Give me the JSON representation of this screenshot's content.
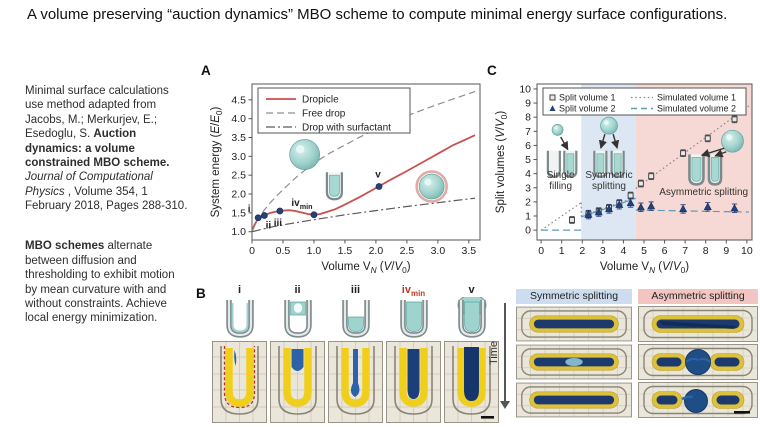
{
  "title": "A volume preserving “auction dynamics” MBO scheme to compute minimal energy surface configurations.",
  "sidebar": {
    "reference": [
      {
        "text": "Minimal surface calculations use method adapted from Jacobs, M.; Merkurjev, E.; Esedoglu, S. "
      },
      {
        "text": "Auction dynamics: a volume constrained MBO scheme. "
      },
      {
        "text": "Journal of Computational Physics"
      },
      {
        "text": " , Volume 354, 1 February 2018, Pages 288-310."
      }
    ],
    "note": [
      {
        "text": "MBO schemes"
      },
      {
        "text": " alternate between diffusion and thresholding to exhibit motion by mean curvature with and without constraints.  Achieve local energy minimization."
      }
    ]
  },
  "panels": {
    "A": "A",
    "B": "B",
    "C": "C"
  },
  "panelB": {
    "items": [
      {
        "label_runs": [
          {
            "t": "i"
          }
        ],
        "color": "#222222",
        "cup": "film",
        "photo": "streak",
        "red_dashed": true,
        "scalebar": false
      },
      {
        "label_runs": [
          {
            "t": "ii"
          }
        ],
        "color": "#222222",
        "cup": "ring",
        "photo": "top",
        "red_dashed": false,
        "scalebar": false
      },
      {
        "label_runs": [
          {
            "t": "iii"
          }
        ],
        "color": "#222222",
        "cup": "pool",
        "photo": "hook",
        "red_dashed": false,
        "scalebar": false
      },
      {
        "label_runs": [
          {
            "t": "iv"
          },
          {
            "t": "min",
            "sub": 1
          }
        ],
        "color": "#c0392b",
        "cup": "column",
        "photo": "column",
        "red_dashed": false,
        "scalebar": false
      },
      {
        "label_runs": [
          {
            "t": "v"
          }
        ],
        "color": "#222222",
        "cup": "overflow",
        "photo": "column_wide",
        "red_dashed": false,
        "scalebar": true
      }
    ]
  },
  "bottomRight": {
    "time_label": "Time",
    "columns": [
      {
        "title": "Symmetric splitting",
        "title_bg": "#cddcee",
        "rows": [
          "lens",
          "pinch",
          "lens"
        ],
        "scalebar_last": false
      },
      {
        "title": "Asymmetric splitting",
        "title_bg": "#f2c5c2",
        "rows": [
          "tilt",
          "blob",
          "blob_split"
        ],
        "scalebar_last": true
      }
    ]
  },
  "chart_data": [
    {
      "id": "A",
      "type": "line",
      "title": "",
      "xlabel": "Volume VN (V/V0)",
      "ylabel": "System energy (E/E0)",
      "xlabel_runs": [
        {
          "t": "Volume V"
        },
        {
          "t": "N",
          "sub": 1,
          "i": 1
        },
        {
          "t": " ("
        },
        {
          "t": "V",
          "i": 1
        },
        {
          "t": "/"
        },
        {
          "t": "V",
          "i": 1
        },
        {
          "t": "0",
          "sub": 1
        },
        {
          "t": ")"
        }
      ],
      "ylabel_runs": [
        {
          "t": "System energy ("
        },
        {
          "t": "E",
          "i": 1
        },
        {
          "t": "/"
        },
        {
          "t": "E",
          "i": 1
        },
        {
          "t": "0",
          "sub": 1
        },
        {
          "t": ")"
        }
      ],
      "xlim": [
        0,
        3.68
      ],
      "ylim": [
        0.78,
        4.92
      ],
      "xticks": [
        0,
        0.5,
        1.0,
        1.5,
        2.0,
        2.5,
        3.0,
        3.5
      ],
      "yticks": [
        1.0,
        1.5,
        2.0,
        2.5,
        3.0,
        3.5,
        4.0,
        4.5
      ],
      "grid": false,
      "legend_position": "upper-left",
      "series": [
        {
          "name": "Dropicle",
          "style": "solid",
          "color": "#c8504e",
          "points": [
            [
              0,
              1.02
            ],
            [
              0.04,
              1.18
            ],
            [
              0.08,
              1.3
            ],
            [
              0.12,
              1.38
            ],
            [
              0.2,
              1.44
            ],
            [
              0.3,
              1.5
            ],
            [
              0.4,
              1.54
            ],
            [
              0.5,
              1.56
            ],
            [
              0.6,
              1.57
            ],
            [
              0.7,
              1.55
            ],
            [
              0.8,
              1.51
            ],
            [
              0.9,
              1.47
            ],
            [
              1.0,
              1.45
            ],
            [
              1.1,
              1.47
            ],
            [
              1.2,
              1.52
            ],
            [
              1.35,
              1.6
            ],
            [
              1.5,
              1.72
            ],
            [
              1.75,
              1.93
            ],
            [
              2.0,
              2.16
            ],
            [
              2.25,
              2.39
            ],
            [
              2.5,
              2.61
            ],
            [
              2.75,
              2.84
            ],
            [
              3.0,
              3.07
            ],
            [
              3.25,
              3.3
            ],
            [
              3.45,
              3.45
            ],
            [
              3.6,
              3.56
            ]
          ]
        },
        {
          "name": "Free drop",
          "style": "dashed",
          "color": "#8f8f8f",
          "points": [
            [
              0,
              1.0
            ],
            [
              0.1,
              1.35
            ],
            [
              0.2,
              1.58
            ],
            [
              0.3,
              1.78
            ],
            [
              0.5,
              2.12
            ],
            [
              0.75,
              2.5
            ],
            [
              1.0,
              2.82
            ],
            [
              1.25,
              3.08
            ],
            [
              1.5,
              3.3
            ],
            [
              1.75,
              3.52
            ],
            [
              2.0,
              3.72
            ],
            [
              2.25,
              3.9
            ],
            [
              2.5,
              4.08
            ],
            [
              2.75,
              4.23
            ],
            [
              3.0,
              4.38
            ],
            [
              3.3,
              4.55
            ],
            [
              3.6,
              4.72
            ]
          ]
        },
        {
          "name": "Drop with surfactant",
          "style": "dashdot",
          "color": "#5a5a5a",
          "points": [
            [
              0,
              1.0
            ],
            [
              0.3,
              1.12
            ],
            [
              0.6,
              1.21
            ],
            [
              1.0,
              1.32
            ],
            [
              1.5,
              1.45
            ],
            [
              2.0,
              1.56
            ],
            [
              2.5,
              1.67
            ],
            [
              3.0,
              1.77
            ],
            [
              3.3,
              1.83
            ],
            [
              3.6,
              1.89
            ]
          ]
        }
      ],
      "markers": [
        {
          "runs": [
            {
              "t": "i"
            }
          ],
          "x": 0.1,
          "y": 1.37,
          "dx": -9,
          "dy": -6
        },
        {
          "runs": [
            {
              "t": "ii"
            }
          ],
          "x": 0.2,
          "y": 1.43,
          "dx": 4,
          "dy": 13
        },
        {
          "runs": [
            {
              "t": "iii"
            }
          ],
          "x": 0.45,
          "y": 1.55,
          "dx": -2,
          "dy": 15
        },
        {
          "runs": [
            {
              "t": "iv"
            },
            {
              "t": "min",
              "sub": 1
            }
          ],
          "x": 1.0,
          "y": 1.45,
          "dx": -12,
          "dy": -9
        },
        {
          "runs": [
            {
              "t": "v"
            }
          ],
          "x": 2.05,
          "y": 2.2,
          "dx": -1,
          "dy": -9
        }
      ],
      "marker_color": "#24427c"
    },
    {
      "id": "C",
      "type": "scatter",
      "title": "",
      "xlabel": "Volume VN (V/V0)",
      "ylabel": "Split volumes (V/V0)",
      "xlabel_runs": [
        {
          "t": "Volume V"
        },
        {
          "t": "N",
          "sub": 1,
          "i": 1
        },
        {
          "t": " ("
        },
        {
          "t": "V",
          "i": 1
        },
        {
          "t": "/"
        },
        {
          "t": "V",
          "i": 1
        },
        {
          "t": "0",
          "sub": 1
        },
        {
          "t": ")"
        }
      ],
      "ylabel_runs": [
        {
          "t": "Split volumes ("
        },
        {
          "t": "V",
          "i": 1
        },
        {
          "t": "/"
        },
        {
          "t": "V",
          "i": 1
        },
        {
          "t": "0",
          "sub": 1
        },
        {
          "t": ")"
        }
      ],
      "xlim": [
        -0.2,
        10.25
      ],
      "ylim": [
        -0.7,
        10.35
      ],
      "xticks": [
        0,
        1,
        2,
        3,
        4,
        5,
        6,
        7,
        8,
        9,
        10
      ],
      "yticks": [
        0,
        1,
        2,
        3,
        4,
        5,
        6,
        7,
        8,
        9,
        10
      ],
      "grid": false,
      "legend_position": "top",
      "regions": [
        {
          "label_lines": [
            "Single",
            "filling"
          ],
          "x0": -0.2,
          "x1": 1.95,
          "color": "#ffffff",
          "lx": 0.95,
          "ly": 3.7
        },
        {
          "label_lines": [
            "Symmetric",
            "splitting"
          ],
          "x0": 1.95,
          "x1": 4.6,
          "color": "#dde7f3",
          "lx": 3.3,
          "ly": 3.7
        },
        {
          "label_lines": [
            "Asymmetric splitting"
          ],
          "x0": 4.6,
          "x1": 10.25,
          "color": "#f6d8d4",
          "lx": 7.9,
          "ly": 2.5
        }
      ],
      "series": [
        {
          "name": "Split volume 1",
          "marker": "square",
          "color": "#4a4a4a",
          "yerr": 0.24,
          "points": [
            [
              1.5,
              0.72
            ],
            [
              2.3,
              1.13
            ],
            [
              2.8,
              1.32
            ],
            [
              3.3,
              1.58
            ],
            [
              3.8,
              1.92
            ],
            [
              4.35,
              2.45
            ],
            [
              4.85,
              3.3
            ],
            [
              5.35,
              3.82
            ],
            [
              6.9,
              5.45
            ],
            [
              8.1,
              6.5
            ],
            [
              9.4,
              7.85
            ]
          ]
        },
        {
          "name": "Split volume 2",
          "marker": "triangle",
          "color": "#24427c",
          "yerr": 0.3,
          "points": [
            [
              2.3,
              1.1
            ],
            [
              2.8,
              1.28
            ],
            [
              3.3,
              1.5
            ],
            [
              3.8,
              1.8
            ],
            [
              4.35,
              1.92
            ],
            [
              4.85,
              1.62
            ],
            [
              5.35,
              1.7
            ],
            [
              6.9,
              1.5
            ],
            [
              8.1,
              1.65
            ],
            [
              9.4,
              1.55
            ]
          ]
        },
        {
          "name": "Simulated volume 1",
          "style": "dotted",
          "color": "#8a8a8a",
          "segments": [
            [
              [
                0,
                0
              ],
              [
                1.95,
                1.95
              ]
            ],
            [
              [
                1.95,
                1.95
              ],
              [
                1.95,
                0.98
              ]
            ],
            [
              [
                1.95,
                0.98
              ],
              [
                4.6,
                2.33
              ]
            ],
            [
              [
                4.6,
                2.95
              ],
              [
                10.1,
                8.8
              ]
            ]
          ]
        },
        {
          "name": "Simulated volume 2",
          "style": "dashed",
          "color": "#5f9bb5",
          "segments": [
            [
              [
                0,
                0
              ],
              [
                1.95,
                0
              ]
            ],
            [
              [
                1.95,
                0.93
              ],
              [
                4.6,
                2.25
              ]
            ],
            [
              [
                4.6,
                1.42
              ],
              [
                10.1,
                1.28
              ]
            ]
          ]
        }
      ]
    }
  ]
}
